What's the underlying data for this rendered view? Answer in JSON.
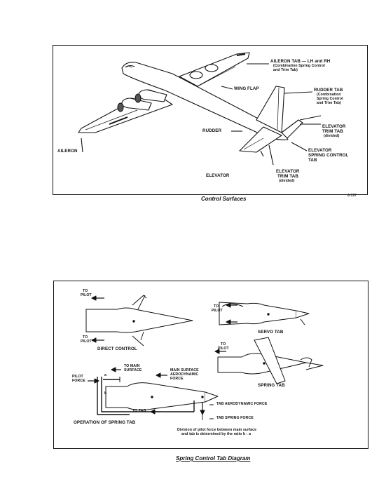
{
  "figure1": {
    "caption": "Control Surfaces",
    "figure_code": "6-197",
    "labels": {
      "aileron_tab": "AILERON TAB — LH and RH",
      "aileron_tab_note1": "(Combination Spring Control",
      "aileron_tab_note2": "and Trim Tab)",
      "wing_flap": "WING FLAP",
      "rudder_tab": "RUDDER TAB",
      "rudder_tab_note1": "(Combination",
      "rudder_tab_note2": "Spring Control",
      "rudder_tab_note3": "and Trim Tab)",
      "rudder": "RUDDER",
      "elevator_trim_tab_upper_1": "ELEVATOR",
      "elevator_trim_tab_upper_2": "TRIM TAB",
      "elevator_trim_tab_upper_3": "(divided)",
      "aileron": "AILERON",
      "elevator_spring_1": "ELEVATOR",
      "elevator_spring_2": "SPRING CONTROL",
      "elevator_spring_3": "TAB",
      "elevator": "ELEVATOR",
      "elevator_trim_tab_lower_1": "ELEVATOR",
      "elevator_trim_tab_lower_2": "TRIM TAB",
      "elevator_trim_tab_lower_3": "(divided)"
    }
  },
  "figure2": {
    "caption": "Spring Control Tab Diagram",
    "labels": {
      "to_pilot_top_1": "TO",
      "to_pilot_top_2": "PILOT",
      "to_pilot_bottom_1": "TO",
      "to_pilot_bottom_2": "PILOT",
      "direct_control": "DIRECT CONTROL",
      "servo_to_pilot_1": "TO",
      "servo_to_pilot_2": "PILOT",
      "servo_tab": "SERVO TAB",
      "spring_to_pilot_1": "TO",
      "spring_to_pilot_2": "PILOT",
      "spring_tab": "SPRING TAB",
      "to_main_surface_1": "TO MAIN",
      "to_main_surface_2": "SURFACE",
      "main_surface_force_1": "MAIN SURFACE",
      "main_surface_force_2": "AERODYNAMIC",
      "main_surface_force_3": "FORCE",
      "pilot_force_1": "PILOT",
      "pilot_force_2": "FORCE",
      "to_tab": "TO TAB",
      "tab_aero_force": "TAB AERODYNAMIC FORCE",
      "tab_spring_force": "TAB SPRING FORCE",
      "operation_of_spring_tab": "OPERATION OF SPRING TAB",
      "division_note_1": "Division of pilot force between main surface",
      "division_note_2": "and tab is determined by the ratio b : a",
      "ratio_a": "a",
      "ratio_b": "b"
    }
  }
}
